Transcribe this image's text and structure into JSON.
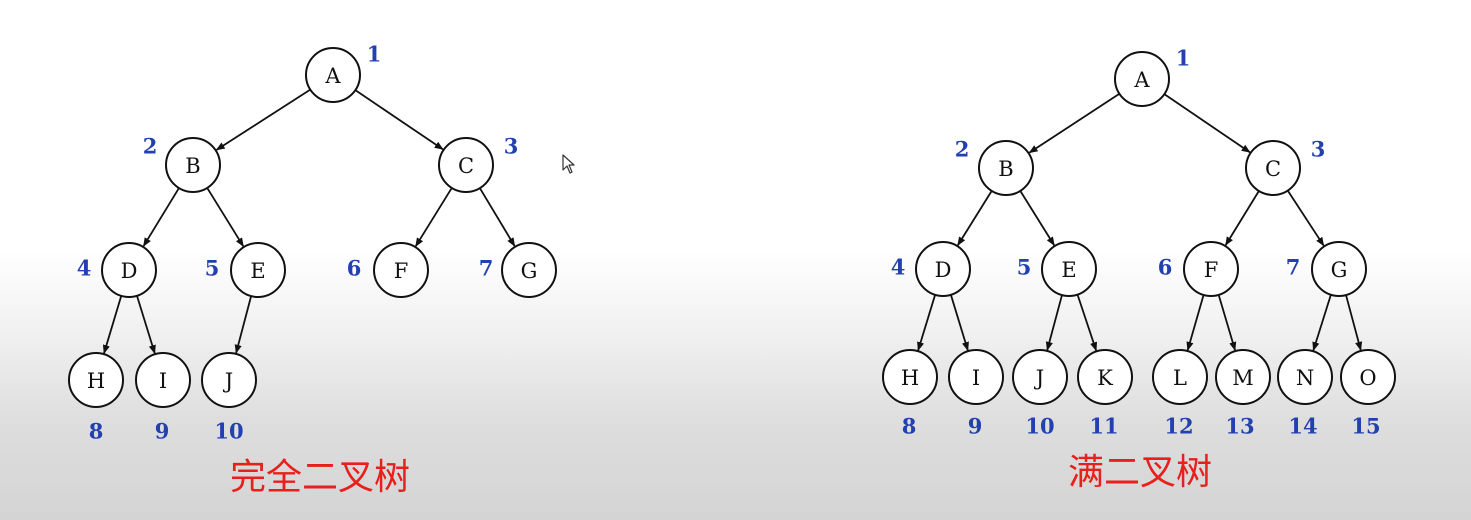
{
  "trees": [
    {
      "caption": "完全二叉树",
      "nodes": [
        {
          "label": "A",
          "index": "1"
        },
        {
          "label": "B",
          "index": "2"
        },
        {
          "label": "C",
          "index": "3"
        },
        {
          "label": "D",
          "index": "4"
        },
        {
          "label": "E",
          "index": "5"
        },
        {
          "label": "F",
          "index": "6"
        },
        {
          "label": "G",
          "index": "7"
        },
        {
          "label": "H",
          "index": "8"
        },
        {
          "label": "I",
          "index": "9"
        },
        {
          "label": "J",
          "index": "10"
        }
      ]
    },
    {
      "caption": "满二叉树",
      "nodes": [
        {
          "label": "A",
          "index": "1"
        },
        {
          "label": "B",
          "index": "2"
        },
        {
          "label": "C",
          "index": "3"
        },
        {
          "label": "D",
          "index": "4"
        },
        {
          "label": "E",
          "index": "5"
        },
        {
          "label": "F",
          "index": "6"
        },
        {
          "label": "G",
          "index": "7"
        },
        {
          "label": "H",
          "index": "8"
        },
        {
          "label": "I",
          "index": "9"
        },
        {
          "label": "J",
          "index": "10"
        },
        {
          "label": "K",
          "index": "11"
        },
        {
          "label": "L",
          "index": "12"
        },
        {
          "label": "M",
          "index": "13"
        },
        {
          "label": "N",
          "index": "14"
        },
        {
          "label": "O",
          "index": "15"
        }
      ]
    }
  ],
  "colors": {
    "index": "#2340b0",
    "caption": "#e8201c",
    "node_stroke": "#111111"
  }
}
